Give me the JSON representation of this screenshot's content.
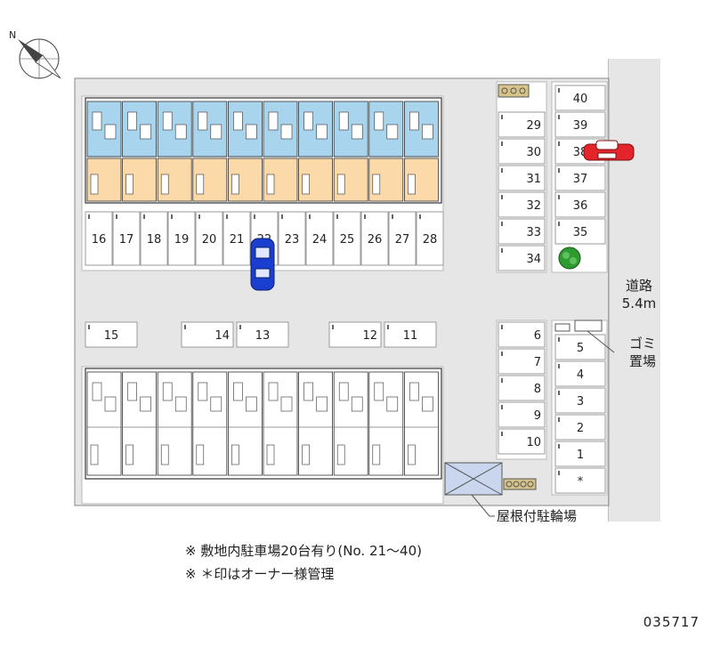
{
  "compass_letter": "N",
  "road": {
    "line1": "道路",
    "line2": "5.4m"
  },
  "garbage": {
    "line1": "ゴミ",
    "line2": "置場"
  },
  "bicycle": {
    "label": "屋根付駐輪場"
  },
  "notes": [
    "※ 敷地内駐車場20台有り(No. 21～40)",
    "※ ＊印はオーナー様管理"
  ],
  "property_code": "035717",
  "parking": {
    "top_row": [
      "16",
      "17",
      "18",
      "19",
      "20",
      "21",
      "22",
      "23",
      "24",
      "25",
      "26",
      "27",
      "28"
    ],
    "right_column_a": [
      "29",
      "30",
      "31",
      "32",
      "33",
      "34"
    ],
    "right_column_b": [
      "40",
      "39",
      "38",
      "37",
      "36",
      "35"
    ],
    "middle_row": [
      "15",
      "14",
      "13",
      "12",
      "11"
    ],
    "lower_left_column": [
      "6",
      "7",
      "8",
      "9",
      "10"
    ],
    "lower_right_column": [
      "5",
      "4",
      "3",
      "2",
      "1",
      "*"
    ]
  },
  "colors": {
    "road": "#e6e6e6",
    "lot": "#ffffff",
    "building_blue": "#a9d4ee",
    "building_tan": "#fbd9a8",
    "car_red": "#e3242b",
    "car_blue": "#1a3fd0",
    "tree": "#2f9a2f"
  }
}
